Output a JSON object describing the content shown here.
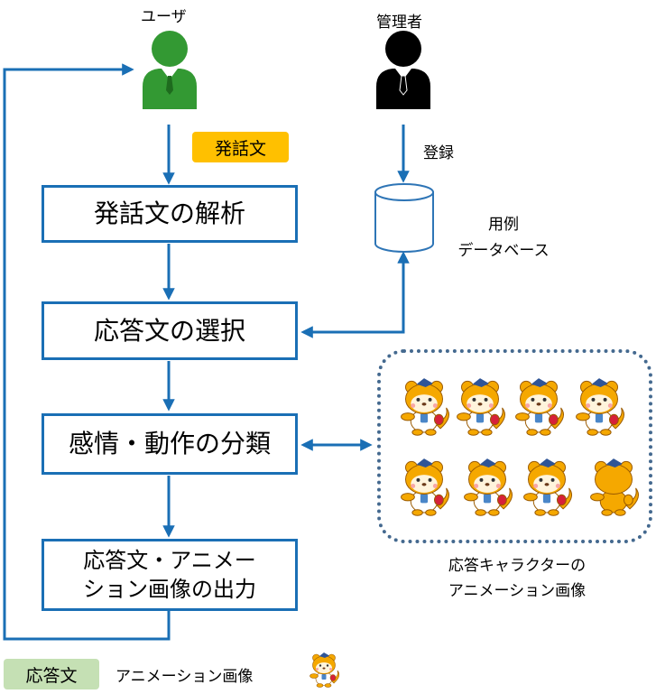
{
  "user": {
    "label": "ユーザ"
  },
  "admin": {
    "label": "管理者"
  },
  "tags": {
    "utterance": "発話文",
    "response": "応答文"
  },
  "admin_action": "登録",
  "database": {
    "line1": "用例",
    "line2": "データベース"
  },
  "steps": [
    {
      "text": "発話文の解析"
    },
    {
      "text": "応答文の選択"
    },
    {
      "text": "感情・動作の分類"
    },
    {
      "line1": "応答文・アニメー",
      "line2": "ション画像の出力"
    }
  ],
  "characters": {
    "caption1": "応答キャラクターの",
    "caption2": "アニメーション画像"
  },
  "legend": {
    "animation": "アニメーション画像"
  },
  "colors": {
    "arrow": "#1a6fb5",
    "user": "#339933",
    "admin": "#000000",
    "mascot": "#f5a800"
  }
}
